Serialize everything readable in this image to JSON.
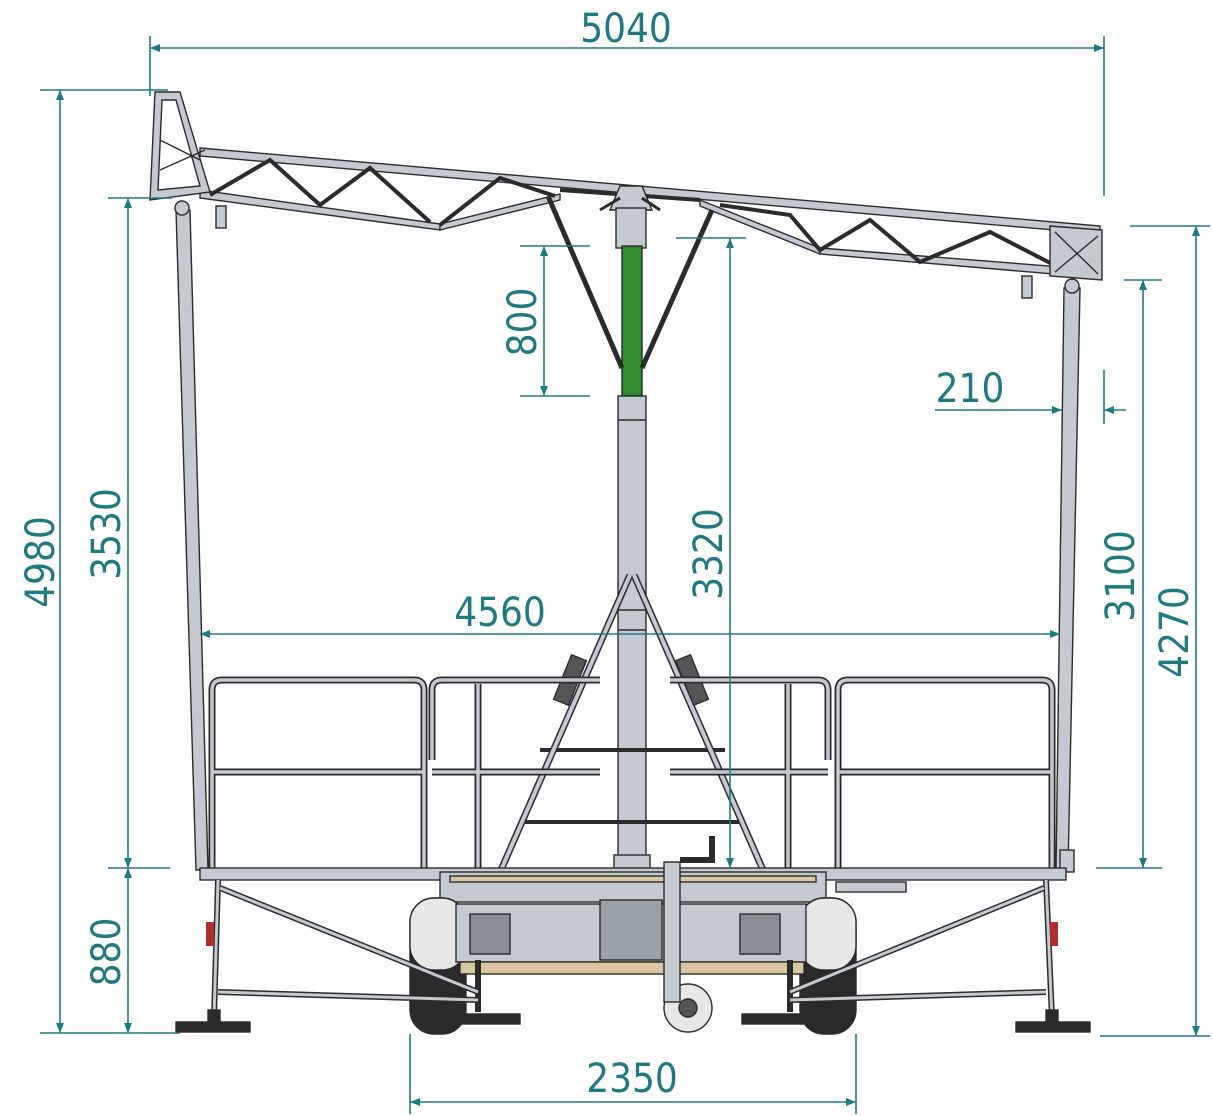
{
  "colors": {
    "dimension": "#1f7a80",
    "steel": "#c5c9d1",
    "steel_edge": "#2b2b2b",
    "mast_green": "#2e8b2e",
    "wood": "#d9c7a1",
    "wheel": "#e8e8e8",
    "tyre": "#2a2a2a",
    "reflector": "#b03030",
    "background": "#ffffff"
  },
  "dimensions": {
    "overall_width": "5040",
    "overall_height": "4980",
    "left_post_height": "3530",
    "base_height": "880",
    "telescope_extension": "800",
    "mast_to_beam": "3320",
    "offset": "210",
    "right_post_height": "3100",
    "right_total_height": "4270",
    "platform_width": "4560",
    "track_width": "2350"
  }
}
